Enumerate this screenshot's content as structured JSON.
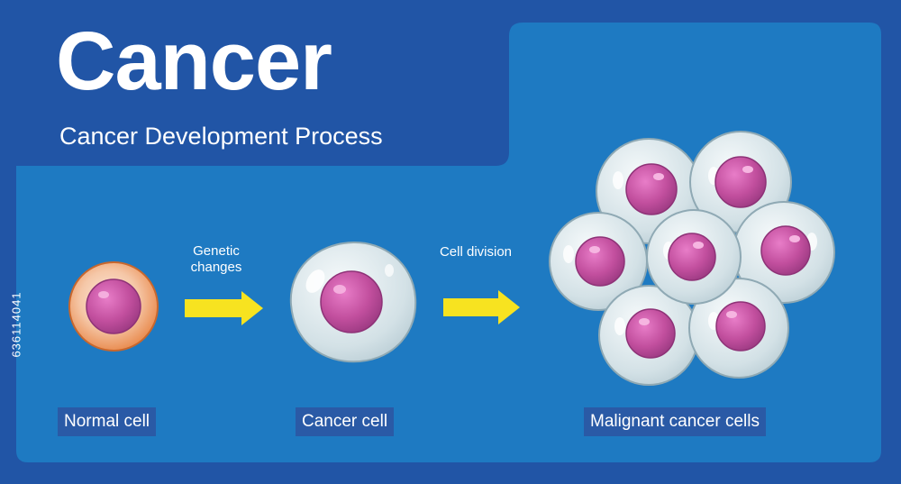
{
  "header": {
    "title": "Cancer",
    "subtitle": "Cancer Development Process"
  },
  "stages": [
    {
      "label": "Normal cell"
    },
    {
      "label": "Cancer cell"
    },
    {
      "label": "Malignant cancer cells"
    }
  ],
  "transitions": [
    {
      "label": "Genetic changes"
    },
    {
      "label": "Cell division"
    }
  ],
  "watermark": {
    "side_id": "636114041"
  },
  "colors": {
    "background_outer": "#2155a6",
    "panel": "#1e7ac2",
    "arrow": "#f7e320",
    "nucleus": "#c450a2",
    "normal_cell": "#f0a66a",
    "cancer_cell": "#d4e2e8"
  },
  "icons": [
    "normal-cell-icon",
    "cancer-cell-icon",
    "malignant-cluster-icon",
    "arrow-right-icon"
  ]
}
